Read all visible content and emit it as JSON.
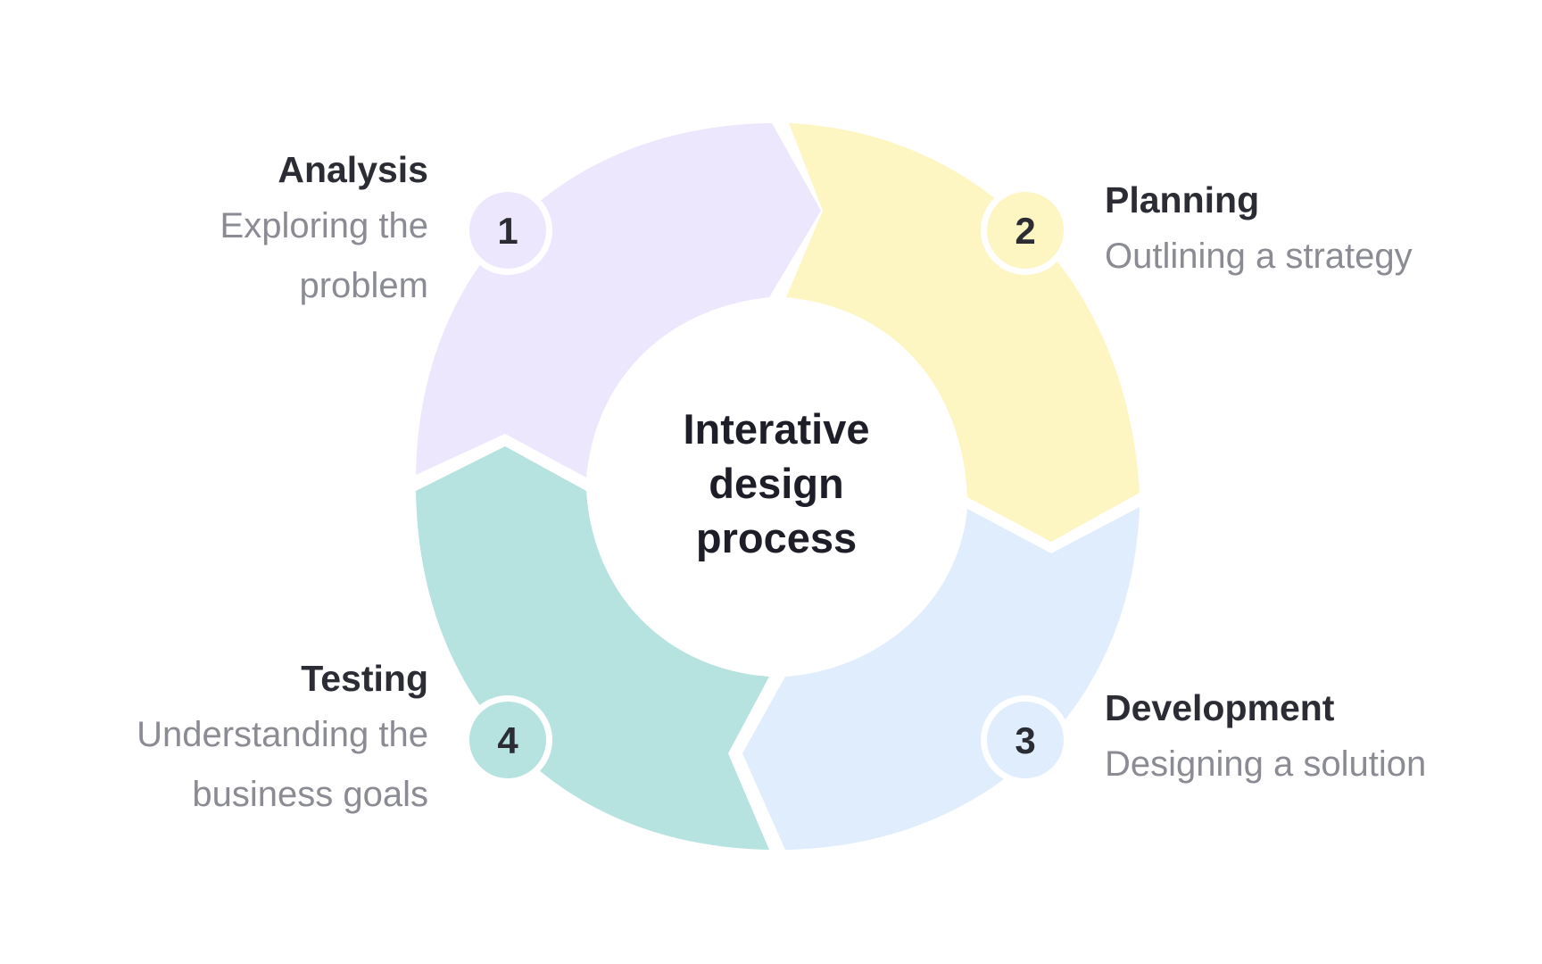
{
  "center": {
    "lines": [
      "Interative",
      "design",
      "process"
    ]
  },
  "steps": [
    {
      "number": "1",
      "title": "Analysis",
      "description": [
        "Exploring the",
        "problem"
      ],
      "color": "#ece7fd"
    },
    {
      "number": "2",
      "title": "Planning",
      "description": [
        "Outlining a strategy"
      ],
      "color": "#fdf6c2"
    },
    {
      "number": "3",
      "title": "Development",
      "description": [
        "Designing a solution"
      ],
      "color": "#dfedfc"
    },
    {
      "number": "4",
      "title": "Testing",
      "description": [
        "Understanding the",
        "business goals"
      ],
      "color": "#b6e2e0"
    }
  ]
}
